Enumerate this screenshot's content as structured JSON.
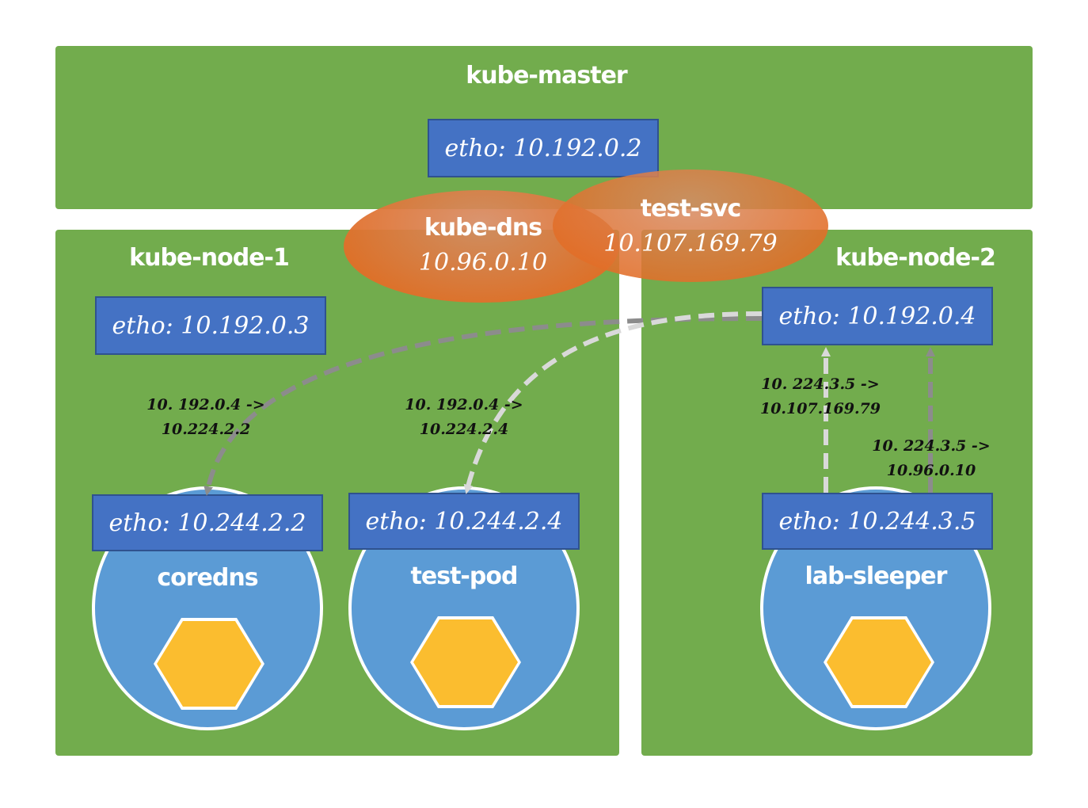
{
  "master": {
    "title": "kube-master",
    "eth": "etho: 10.192.0.2"
  },
  "node1": {
    "title": "kube-node-1",
    "eth": "etho: 10.192.0.3"
  },
  "node2": {
    "title": "kube-node-2",
    "eth": "etho: 10.192.0.4"
  },
  "services": {
    "kube_dns": {
      "name": "kube-dns",
      "ip": "10.96.0.10"
    },
    "test_svc": {
      "name": "test-svc",
      "ip": "10.107.169.79"
    }
  },
  "pods": {
    "coredns": {
      "name": "coredns",
      "eth": "etho: 10.244.2.2"
    },
    "test_pod": {
      "name": "test-pod",
      "eth": "etho: 10.244.2.4"
    },
    "lab_sleeper": {
      "name": "lab-sleeper",
      "eth": "etho: 10.244.3.5"
    }
  },
  "routes": {
    "to_coredns": {
      "line1": "10. 192.0.4 ->",
      "line2": "10.224.2.2"
    },
    "to_test_pod": {
      "line1": "10. 192.0.4  ->",
      "line2": "10.224.2.4"
    },
    "to_test_svc": {
      "line1": "10. 224.3.5 ->",
      "line2": "10.107.169.79"
    },
    "to_kube_dns": {
      "line1": "10. 224.3.5 ->",
      "line2": "10.96.0.10"
    }
  },
  "colors": {
    "node_green": "#72ac4d",
    "eth_blue": "#4472c4",
    "pod_blue": "#5b9bd5",
    "hex_yellow": "#fbbd2f",
    "svc_orange": "#e26e28",
    "arrow_dark": "#8c8c8c",
    "arrow_light": "#d9d9d9"
  }
}
